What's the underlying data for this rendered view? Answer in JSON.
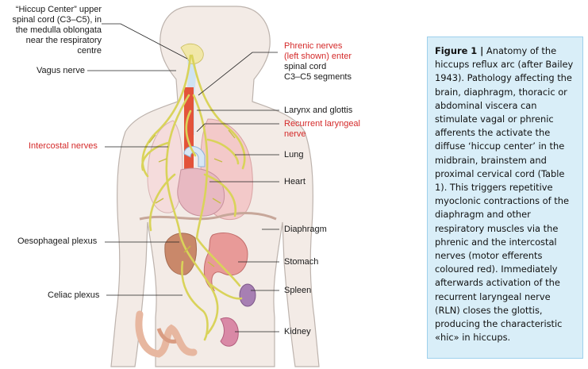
{
  "diagram": {
    "labels_left": {
      "hiccup_center": [
        "“Hiccup Center” upper",
        "spinal cord (C3–C5), in",
        "the medulla oblongata",
        "near the respiratory",
        "centre"
      ],
      "vagus": "Vagus nerve",
      "intercostal": "Intercostal nerves",
      "oesophageal": "Oesophageal plexus",
      "celiac": "Celiac plexus"
    },
    "labels_right": {
      "phrenic_red": [
        "Phrenic nerves",
        "(left shown) enter"
      ],
      "phrenic_black": [
        "spinal cord",
        "C3–C5 segments"
      ],
      "larynx": "Larynx and glottis",
      "recurrent": [
        "Recurrent laryngeal",
        "nerve"
      ],
      "lung": "Lung",
      "heart": "Heart",
      "diaphragm": "Diaphragm",
      "stomach": "Stomach",
      "spleen": "Spleen",
      "kidney": "Kidney"
    },
    "colors": {
      "nerve": "#d9d35a",
      "skin": "#f3ebe6",
      "outline": "#bdb3ad",
      "red_label": "#d42a2a",
      "lung": "#f3c9c9",
      "trachea": "#e3533a",
      "liver": "#c9886a",
      "caption_bg": "#d9eef8"
    }
  },
  "caption": {
    "label": "Figure 1 |",
    "text": " Anatomy of the hiccups reflux arc (after Bailey 1943). Pathology affecting the brain, diaphragm, thoracic or abdominal viscera can stimulate vagal or phrenic afferents the activate the diffuse ‘hiccup center’ in the midbrain, brainstem and proximal cervical cord (Table 1). This triggers repetitive myoclonic contractions of the diaphragm and other respiratory muscles via the phrenic and the intercostal nerves (motor efferents coloured red). Immediately afterwards activation of the recurrent laryngeal nerve (RLN) closes the glottis, producing the characteristic «hic» in hiccups."
  }
}
